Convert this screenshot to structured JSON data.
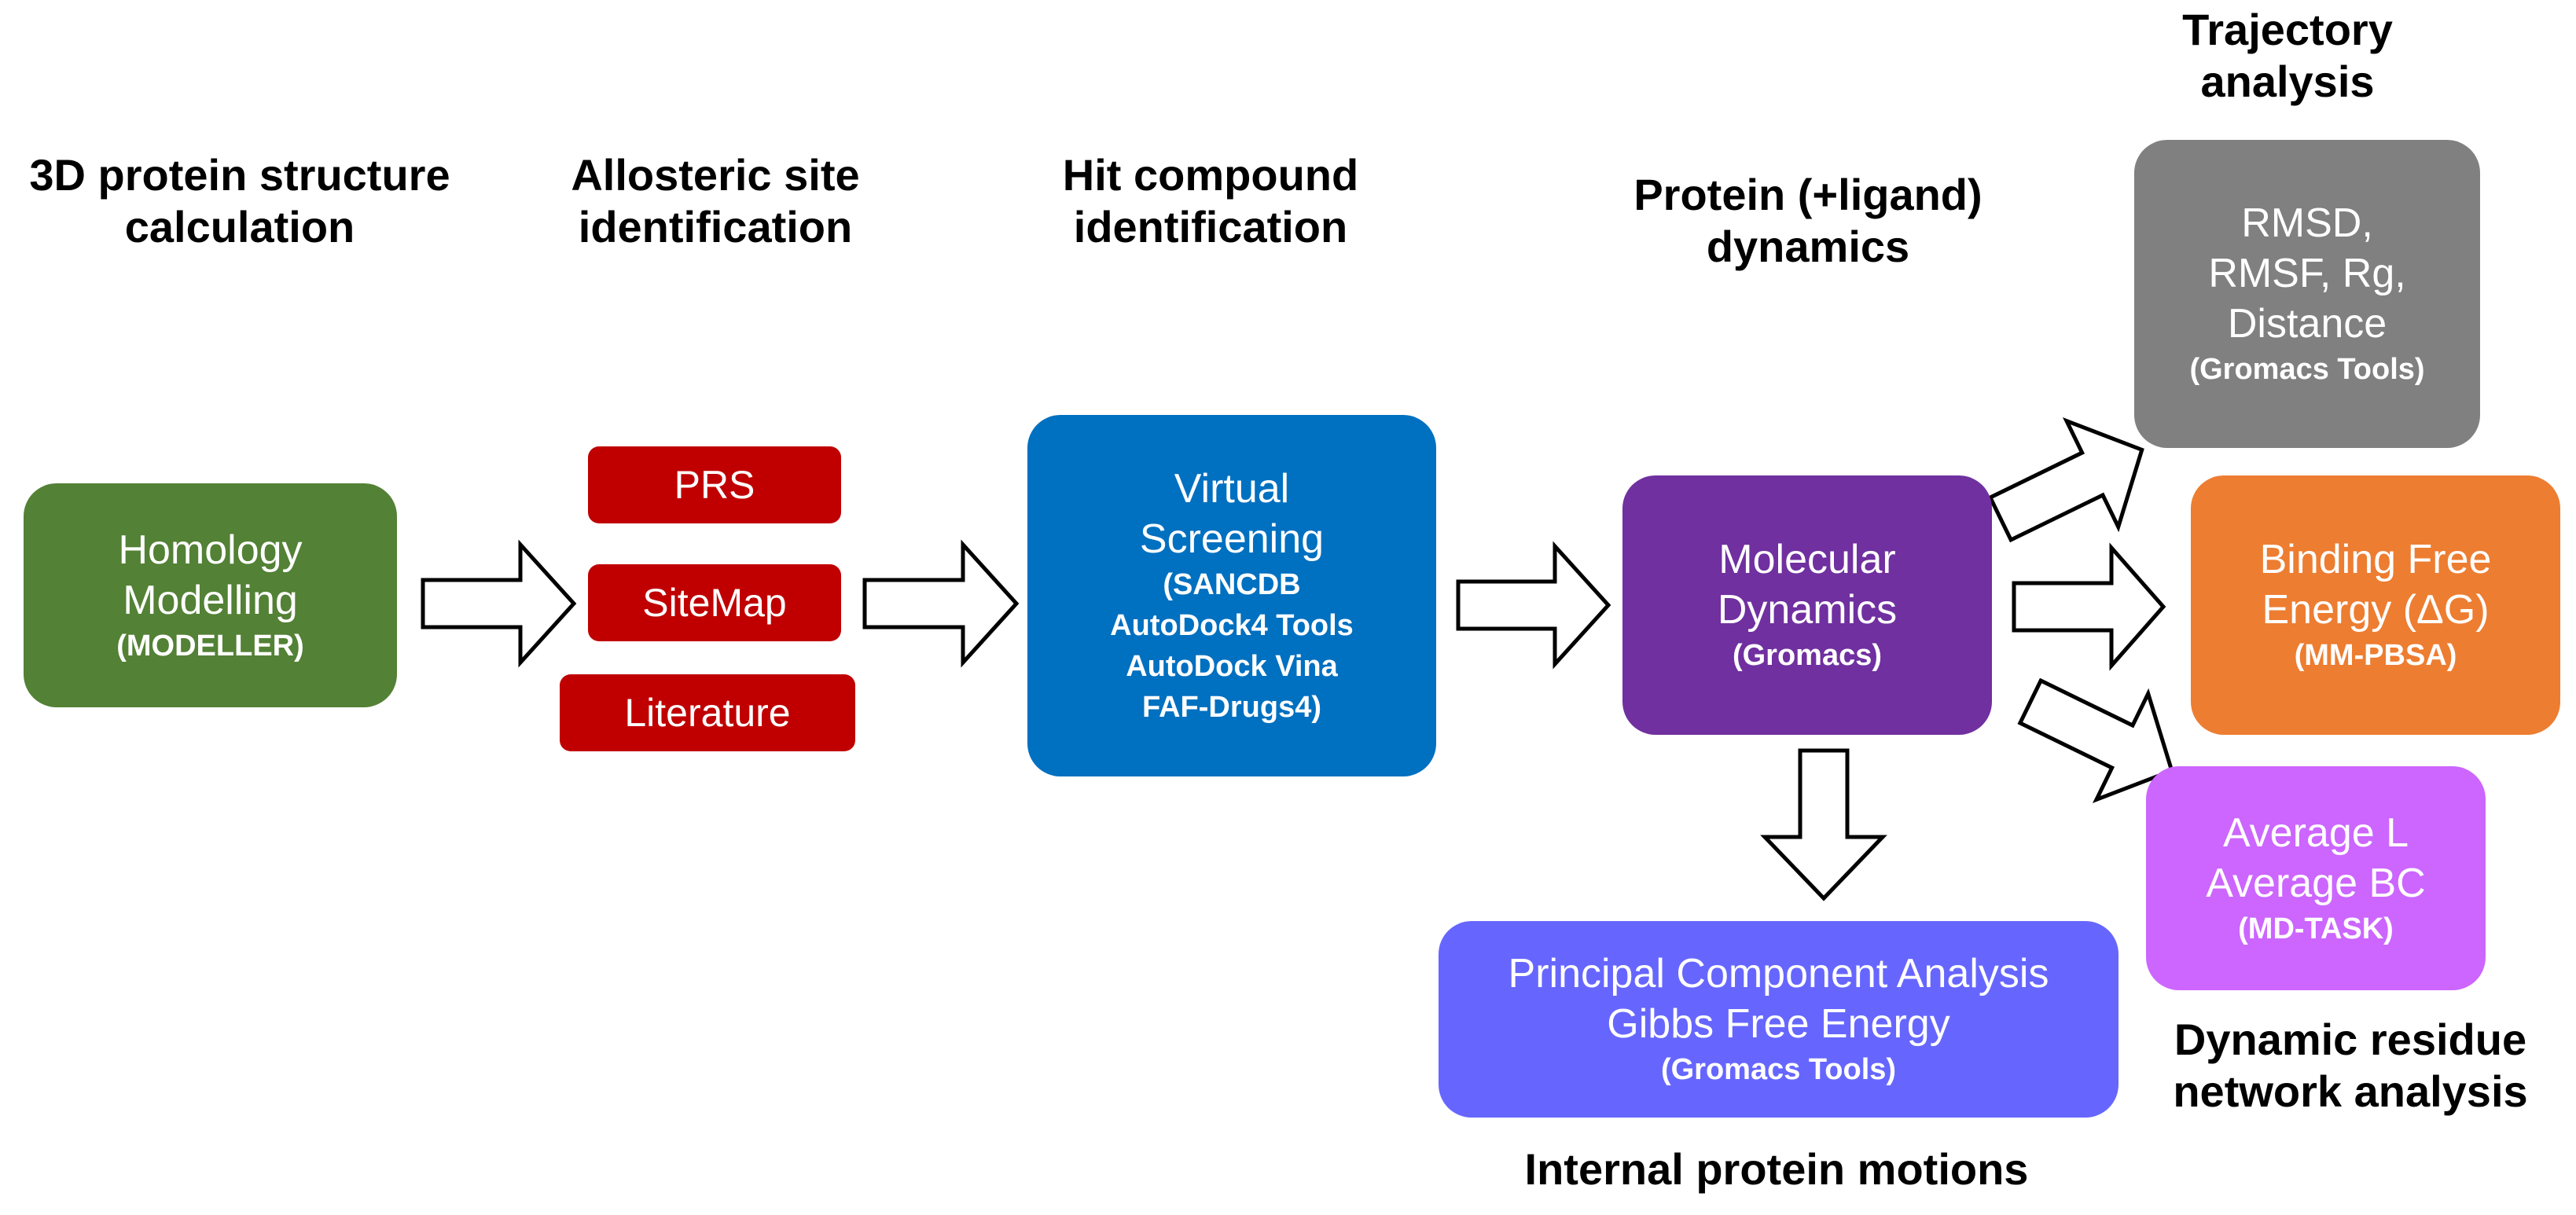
{
  "headings": {
    "h1": [
      "3D protein structure",
      "calculation"
    ],
    "h2": [
      "Allosteric site",
      "identification"
    ],
    "h3": [
      "Hit compound",
      "identification"
    ],
    "h4": [
      "Protein (+ligand)",
      "dynamics"
    ],
    "h5": [
      "Trajectory",
      "analysis"
    ],
    "h6": [
      "Dynamic residue",
      "network analysis"
    ],
    "h7": "Internal protein motions"
  },
  "boxes": {
    "homology": {
      "lines": [
        "Homology",
        "Modelling"
      ],
      "tool": "(MODELLER)",
      "color": "#538135"
    },
    "prs": {
      "label": "PRS",
      "color": "#C00000"
    },
    "sitemap": {
      "label": "SiteMap",
      "color": "#C00000"
    },
    "literature": {
      "label": "Literature",
      "color": "#C00000"
    },
    "vs": {
      "lines": [
        "Virtual",
        "Screening"
      ],
      "tools": [
        "(SANCDB",
        "AutoDock4 Tools",
        "AutoDock Vina",
        "FAF-Drugs4)"
      ],
      "color": "#0070C0"
    },
    "md": {
      "lines": [
        "Molecular",
        "Dynamics"
      ],
      "tool": "(Gromacs)",
      "color": "#7030A0"
    },
    "traj": {
      "lines": [
        "RMSD,",
        "RMSF, Rg,",
        "Distance"
      ],
      "tool": "(Gromacs Tools)",
      "color": "#808080"
    },
    "bfe": {
      "lines": [
        "Binding Free",
        "Energy (ΔG)"
      ],
      "tool": "(MM-PBSA)",
      "color": "#ED7D31"
    },
    "drn": {
      "lines": [
        "Average L",
        "Average BC"
      ],
      "tool": "(MD-TASK)",
      "color": "#CC66FF"
    },
    "pca": {
      "lines": [
        "Principal Component Analysis",
        "Gibbs Free Energy"
      ],
      "tool": "(Gromacs Tools)",
      "color": "#6666FF"
    }
  }
}
